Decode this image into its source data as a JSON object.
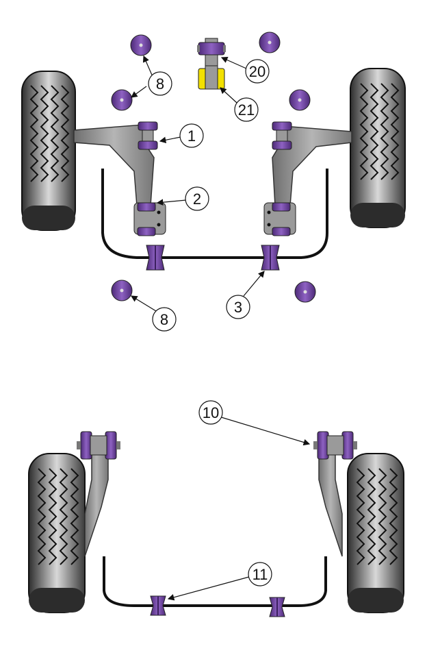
{
  "diagram": {
    "colors": {
      "bush": "#6a3d9a",
      "bush_light": "#9b74c9",
      "bush_yellow": "#f2e000",
      "arm": "#8c8c8c",
      "tyre": "#3a3a3a",
      "line": "#111111"
    },
    "labels": {
      "front_8_upper": "8",
      "front_20": "20",
      "front_21": "21",
      "front_1": "1",
      "front_2": "2",
      "front_3": "3",
      "front_8_lower": "8",
      "rear_10": "10",
      "rear_11": "11"
    }
  }
}
